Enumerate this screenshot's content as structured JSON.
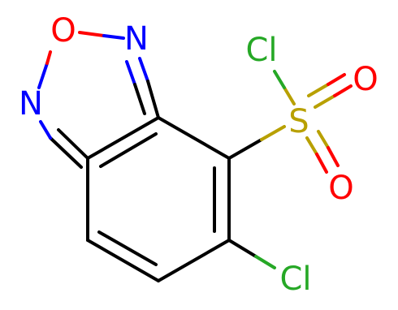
{
  "colors": {
    "carbon_bond": "#000000",
    "nitrogen": "#0000ff",
    "oxygen": "#ff0000",
    "chlorine": "#26a826",
    "sulfur": "#b8a000",
    "background": "#ffffff"
  },
  "atoms": {
    "o1": "O",
    "n1": "N",
    "n2": "N",
    "cl1": "Cl",
    "s1": "S",
    "o2": "O",
    "o3": "O",
    "cl2": "Cl"
  }
}
